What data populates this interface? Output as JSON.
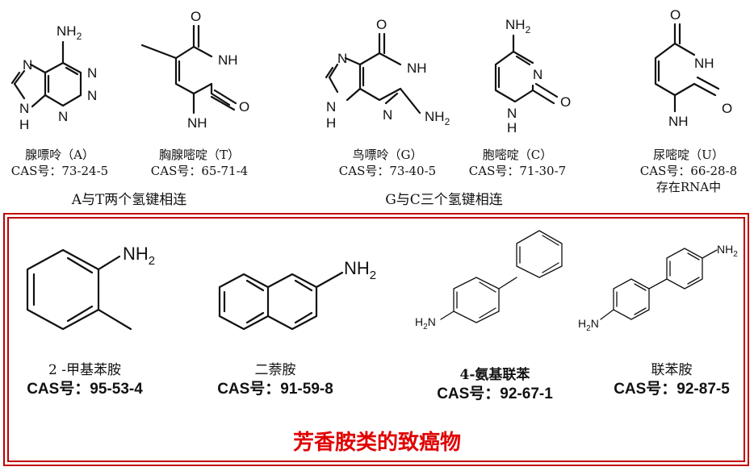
{
  "bases": [
    {
      "name": "腺嘌呤（A）",
      "cas": "CAS号：73-24-5"
    },
    {
      "name": "胸腺嘧啶（T）",
      "cas": "CAS号：65-71-4"
    },
    {
      "name": "鸟嘌呤（G）",
      "cas": "CAS号：73-40-5"
    },
    {
      "name": "胞嘧啶（C）",
      "cas": "CAS号：71-30-7"
    },
    {
      "name": "尿嘧啶（U）",
      "cas": "CAS号：66-28-8",
      "note": "存在RNA中"
    }
  ],
  "pairings": {
    "at": "A与T两个氢键相连",
    "gc": "G与C三个氢键相连"
  },
  "amines": [
    {
      "name": "2 -甲基苯胺",
      "cas": "CAS号：95-53-4"
    },
    {
      "name": "二萘胺",
      "cas": "CAS号：91-59-8"
    },
    {
      "name": "4-氨基联苯",
      "cas": "CAS号：92-67-1"
    },
    {
      "name": "联苯胺",
      "cas": "CAS号：92-87-5"
    }
  ],
  "banner": "芳香胺类的致癌物",
  "atoms": {
    "N": "N",
    "NH": "NH",
    "H": "H",
    "O": "O",
    "NH2": "NH2",
    "NH2_sub": "2",
    "NH2_base": "NH",
    "H2N": "H2N"
  },
  "colors": {
    "frame": "#c00000",
    "banner": "#e00000"
  }
}
